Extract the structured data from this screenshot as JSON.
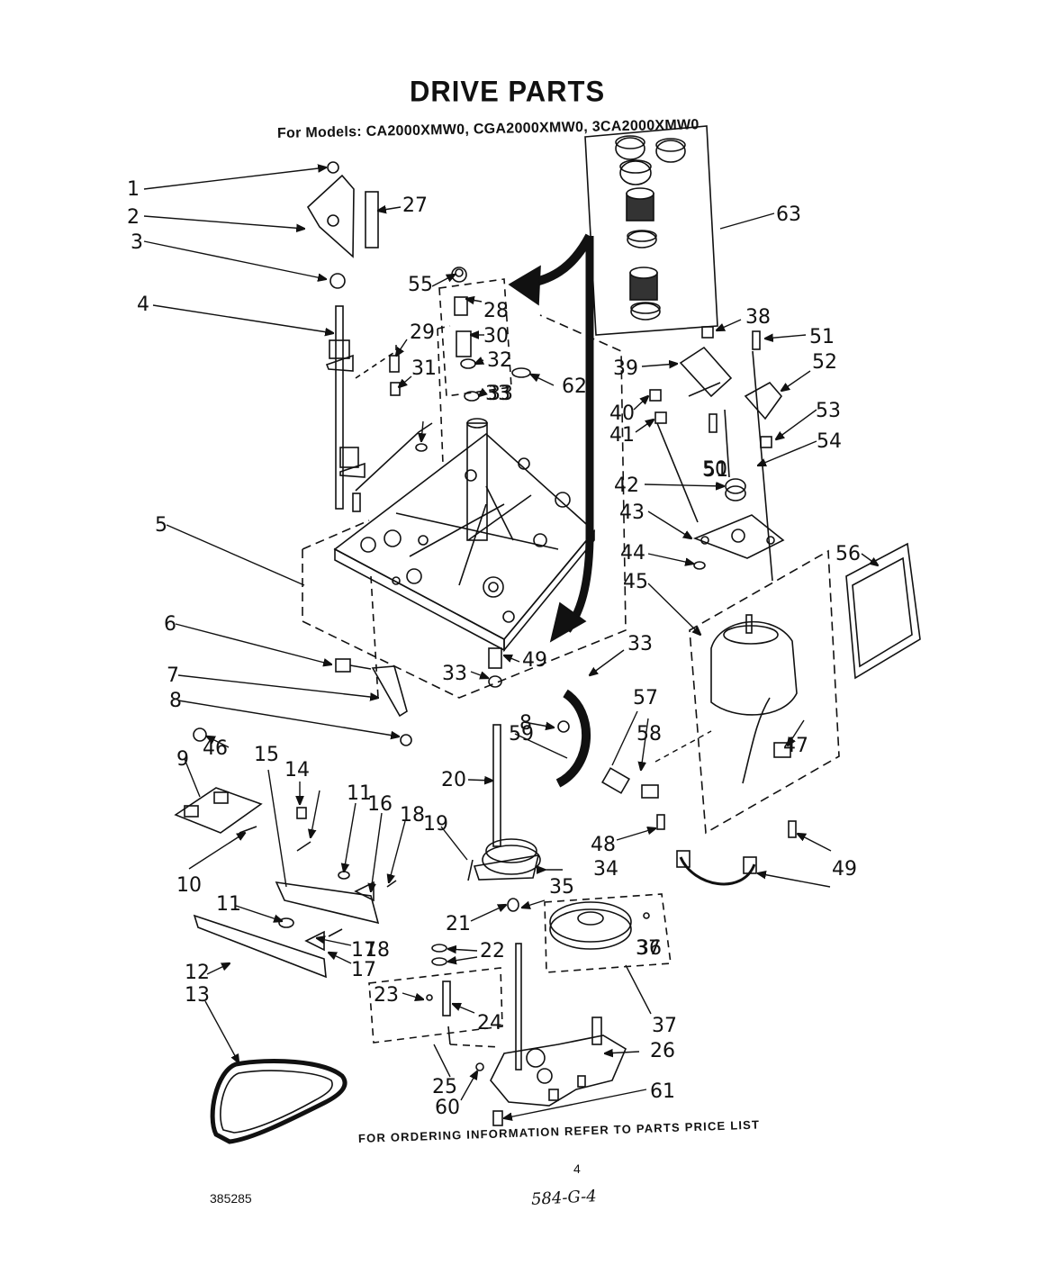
{
  "header": {
    "title": "DRIVE PARTS",
    "subtitle": "For Models: CA2000XMW0, CGA2000XMW0, 3CA2000XMW0"
  },
  "footer": {
    "ordering_note": "FOR ORDERING INFORMATION REFER TO PARTS PRICE LIST",
    "page_number": "4",
    "document_number": "385285",
    "handwritten_ref": "584-G-4"
  },
  "callouts": [
    "1",
    "2",
    "3",
    "4",
    "5",
    "6",
    "7",
    "8",
    "8",
    "9",
    "10",
    "11",
    "11",
    "12",
    "13",
    "14",
    "15",
    "16",
    "17",
    "17",
    "18",
    "18",
    "19",
    "20",
    "21",
    "22",
    "23",
    "24",
    "25",
    "26",
    "27",
    "28",
    "29",
    "30",
    "31",
    "32",
    "33",
    "33",
    "33",
    "33",
    "34",
    "35",
    "36",
    "37",
    "37",
    "38",
    "39",
    "40",
    "41",
    "42",
    "43",
    "44",
    "45",
    "46",
    "47",
    "48",
    "49",
    "49",
    "50",
    "51",
    "51",
    "52",
    "53",
    "54",
    "55",
    "56",
    "57",
    "58",
    "59",
    "60",
    "61",
    "62",
    "63"
  ],
  "colors": {
    "ink": "#111111",
    "paper": "#ffffff"
  }
}
